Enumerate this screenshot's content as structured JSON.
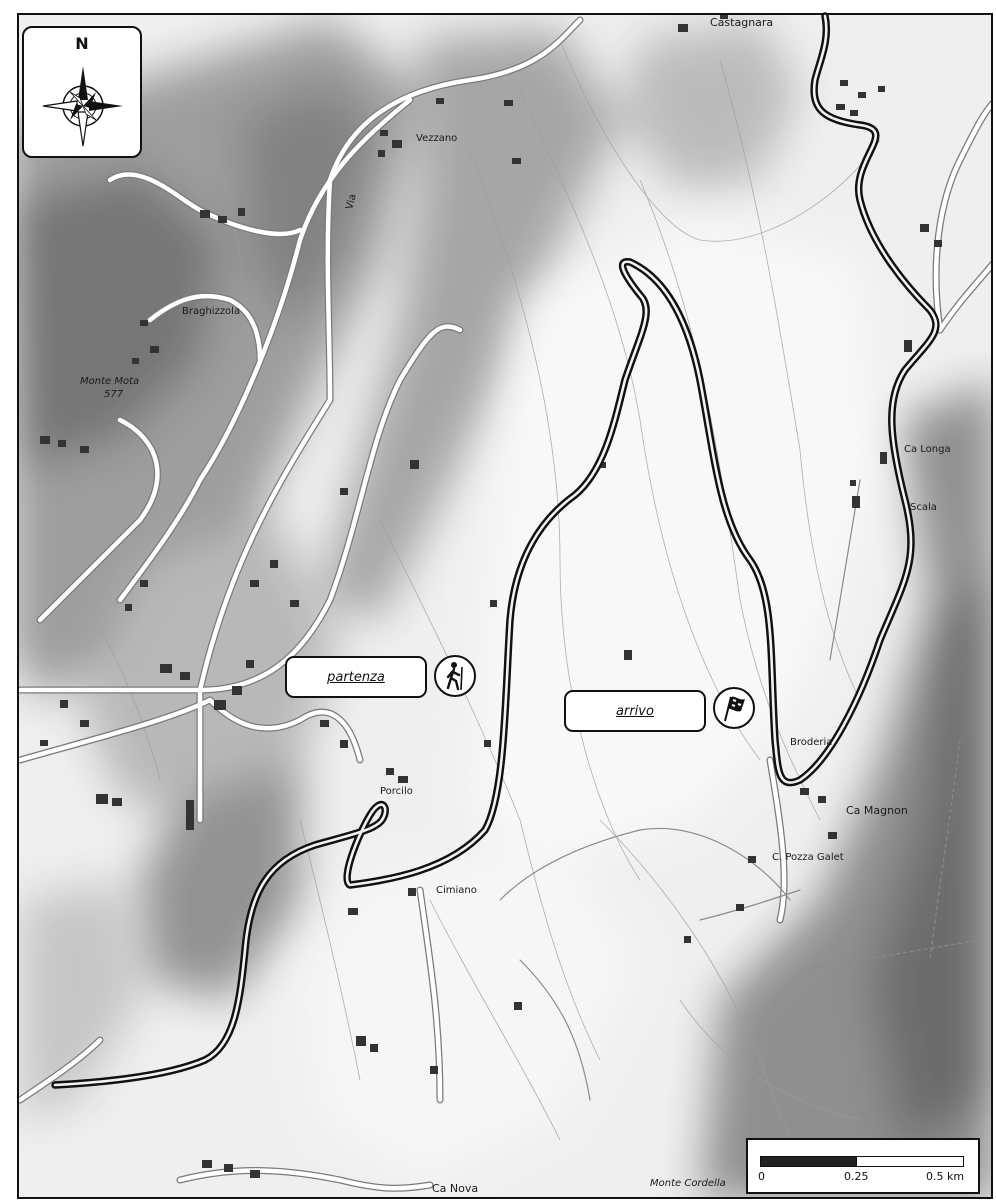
{
  "compass": {
    "north_label": "N"
  },
  "callouts": {
    "start": {
      "label": "partenza",
      "icon": "hiker-icon"
    },
    "finish": {
      "label": "arrivo",
      "icon": "finish-flag-icon"
    }
  },
  "places": {
    "castagnara": "Castagnara",
    "vezzano": "Vezzano",
    "braghizzola": "Braghizzola",
    "monte_mota": "Monte Mota",
    "monte_mota_elev": "577",
    "ca_longa": "Ca Longa",
    "scala": "Scala",
    "brodera": "Broderia",
    "ca_magnon": "Ca Magnon",
    "pozza_galet": "C. Pozza Galet",
    "porcilo": "Porcilo",
    "cimiano": "Cimiano",
    "ca_nova": "Ca Nova",
    "monte_cordella": "Monte Cordella",
    "via": "Via"
  },
  "scale": {
    "ticks": [
      "0",
      "0.25",
      "0.5 km"
    ]
  },
  "colors": {
    "route": "#111111",
    "route_inner": "#f2f2f2",
    "road": "#ffffff"
  }
}
